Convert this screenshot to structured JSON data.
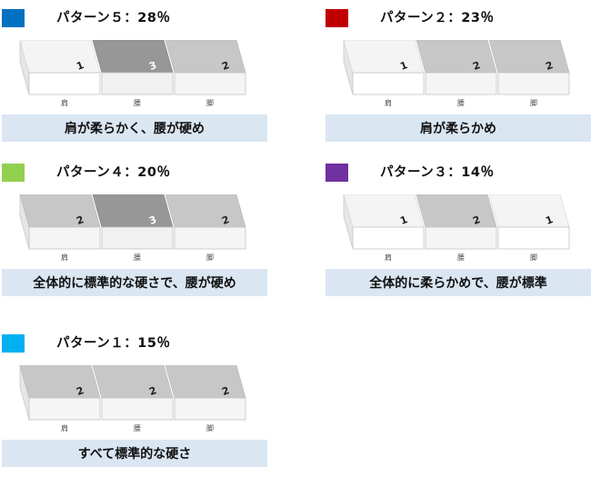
{
  "section_labels": [
    "肩",
    "腰",
    "脚"
  ],
  "shade_colors": {
    "1": {
      "top": "#f4f4f4",
      "front": "#ffffff",
      "edge": "#dcdcdc"
    },
    "2": {
      "top": "#c7c7c7",
      "front": "#f5f5f5",
      "edge": "#bdbdbd"
    },
    "3": {
      "top": "#979797",
      "front": "#f1f1f1",
      "edge": "#8a8a8a"
    }
  },
  "patterns": [
    {
      "id": "p5",
      "color": "#0070c0",
      "title": "パターン５：28％",
      "firmness": [
        "1",
        "3",
        "2"
      ],
      "caption": "肩が柔らかく、腰が硬め"
    },
    {
      "id": "p2",
      "color": "#c00000",
      "title": "パターン２：23％",
      "firmness": [
        "1",
        "2",
        "2"
      ],
      "caption": "肩が柔らかめ"
    },
    {
      "id": "p4",
      "color": "#92d050",
      "title": "パターン４：20％",
      "firmness": [
        "2",
        "3",
        "2"
      ],
      "caption": "全体的に標準的な硬さで、腰が硬め"
    },
    {
      "id": "p3",
      "color": "#7030a0",
      "title": "パターン３：14％",
      "firmness": [
        "1",
        "2",
        "1"
      ],
      "caption": "全体的に柔らかめで、腰が標準"
    },
    {
      "id": "p1",
      "color": "#00b0f0",
      "title": "パターン１：15％",
      "firmness": [
        "2",
        "2",
        "2"
      ],
      "caption": "すべて標準的な硬さ"
    }
  ]
}
